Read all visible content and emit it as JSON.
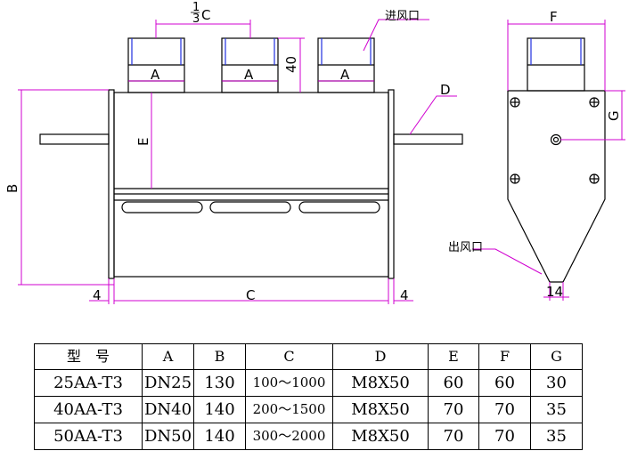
{
  "labels": {
    "third_c": "1",
    "third_c_den": "3",
    "third_c_letter": "C",
    "inlet": "进风口",
    "outlet": "出风口",
    "nozzle_a": "A",
    "dim_40": "40",
    "dim_b": "B",
    "dim_e": "E",
    "dim_c": "C",
    "dim_4": "4",
    "dim_d": "D",
    "dim_f": "F",
    "dim_g": "G",
    "dim_14": "14"
  },
  "colors": {
    "line": "#000000",
    "dimension": "#d000d0",
    "nozzle_edge": "#2030e0"
  },
  "table": {
    "headers": [
      "型　号",
      "A",
      "B",
      "C",
      "D",
      "E",
      "F",
      "G"
    ],
    "rows": [
      [
        "25AA-T3",
        "DN25",
        "130",
        "100～1000",
        "M8X50",
        "60",
        "60",
        "30"
      ],
      [
        "40AA-T3",
        "DN40",
        "140",
        "200～1500",
        "M8X50",
        "70",
        "70",
        "35"
      ],
      [
        "50AA-T3",
        "DN50",
        "140",
        "300～2000",
        "M8X50",
        "70",
        "70",
        "35"
      ]
    ]
  }
}
